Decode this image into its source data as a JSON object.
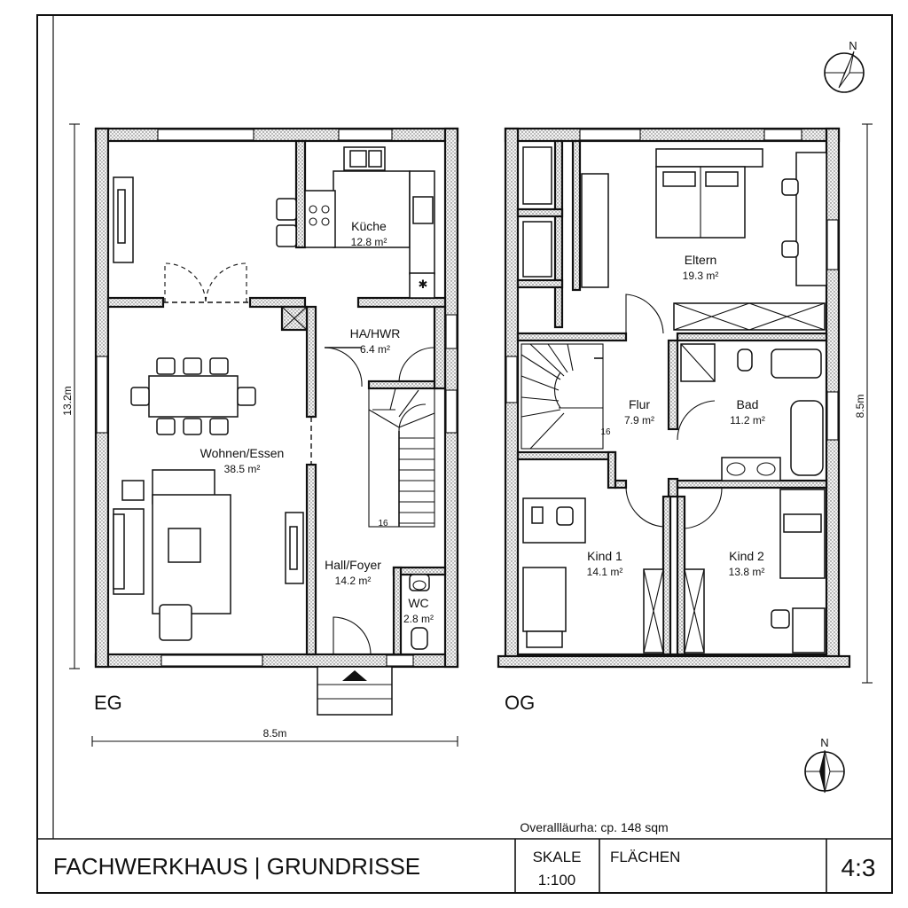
{
  "title_block": {
    "title": "FACHWERKHAUS | GRUNDRISSE",
    "scale_label": "SKALE",
    "scale_value": "1:100",
    "areas_label": "FLÄCHEN",
    "ratio": "4:3",
    "overall_area": "Overallläurha: cp. 148 sqm"
  },
  "floors": {
    "eg": {
      "label": "EG",
      "dim_width": "8.5m",
      "dim_height": "13.2m",
      "stair_count": "16",
      "rooms": [
        {
          "name": "Küche",
          "area": "12.8 m²"
        },
        {
          "name": "HA/HWR",
          "area": "6.4 m²"
        },
        {
          "name": "Wohnen/Essen",
          "area": "38.5 m²"
        },
        {
          "name": "Hall/Foyer",
          "area": "14.2 m²"
        },
        {
          "name": "WC",
          "area": "2.8 m²"
        }
      ]
    },
    "og": {
      "label": "OG",
      "dim_height": "8.5m",
      "stair_count": "16",
      "rooms": [
        {
          "name": "Eltern",
          "area": "19.3 m²"
        },
        {
          "name": "Flur",
          "area": "7.9 m²"
        },
        {
          "name": "Bad",
          "area": "11.2 m²"
        },
        {
          "name": "Kind 1",
          "area": "14.1 m²"
        },
        {
          "name": "Kind 2",
          "area": "13.8 m²"
        }
      ]
    }
  },
  "north_arrow_label": "N",
  "icons": [
    "north-arrow-icon",
    "entrance-arrow-icon"
  ]
}
